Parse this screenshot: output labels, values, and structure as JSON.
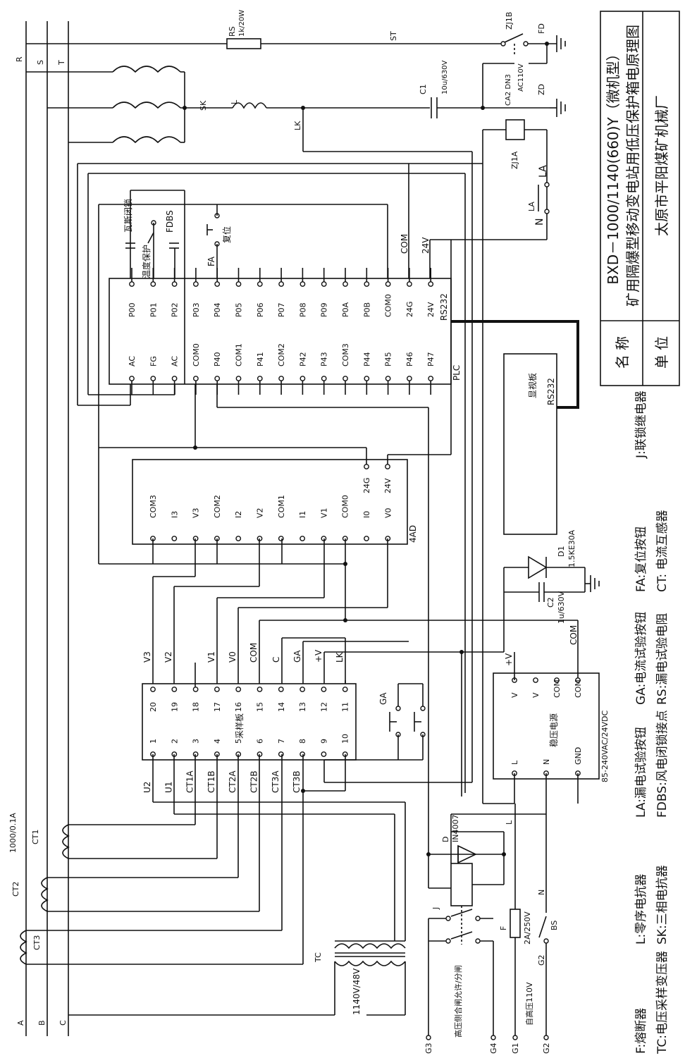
{
  "title_block": {
    "name_label": "名    称",
    "unit_label": "单    位",
    "model": "BXD－1000/1140(660)Y（微机型）",
    "description": "矿用隔爆型移动变电站用低压保护箱电原理图",
    "unit": "太原市平阳煤矿机械厂"
  },
  "phases": {
    "R": "R",
    "S": "S",
    "T": "T",
    "A": "A",
    "B": "B",
    "C": "C"
  },
  "top_circuit": {
    "rs": "RS",
    "rs_value": "1k/20W",
    "st": "ST",
    "zj1b": "ZJ1B",
    "fd": "FD",
    "zd": "ZD",
    "c1": "C1",
    "c1_value": "10u/630V",
    "ca2": "CA2 DN3",
    "ac110": "AC110V",
    "sk": "SK",
    "l": "L",
    "lk": "LK",
    "zj1a": "ZJ1A",
    "la": "LA",
    "n": "N"
  },
  "plc": {
    "label": "PLC",
    "top_pins": [
      "P00",
      "P01",
      "P02",
      "P03",
      "P04",
      "P05",
      "P06",
      "P07",
      "P08",
      "P09",
      "P0A",
      "P0B",
      "COM0",
      "24G",
      "24V"
    ],
    "bottom_pins": [
      "AC",
      "FG",
      "AC",
      "COM0",
      "P40",
      "COM1",
      "P41",
      "COM2",
      "P42",
      "P43",
      "COM3",
      "P44",
      "P45",
      "P46",
      "P47"
    ],
    "rs232": "RS232",
    "inputs": {
      "wasi": "瓦斯闭锁",
      "wendu": "温度保护",
      "fdbs": "FDBS",
      "fuwei": "复位",
      "fa": "FA",
      "com": "COM",
      "v24": "24V"
    }
  },
  "display": {
    "label": "显视板",
    "rs232": "RS232"
  },
  "ad4": {
    "label": "4AD",
    "top_pins": [
      "COM3",
      "I3",
      "V3",
      "COM2",
      "I2",
      "V2",
      "COM1",
      "I1",
      "V1",
      "COM0",
      "I0",
      "V0"
    ],
    "right_pins": [
      "24G",
      "24V"
    ]
  },
  "d1": {
    "label": "D1",
    "value": "1.5KE30A",
    "c2": "C2",
    "c2_value": "1u/630V"
  },
  "sampler": {
    "label": "采样板",
    "top_pins": [
      "20",
      "19",
      "18",
      "17",
      "16",
      "15",
      "14",
      "13",
      "12",
      "11"
    ],
    "bottom_pins": [
      "1",
      "2",
      "3",
      "4",
      "5",
      "6",
      "7",
      "8",
      "9",
      "10"
    ],
    "top_wires": [
      "V3",
      "V2",
      "V1",
      "V0",
      "COM",
      "C",
      "GA",
      "+V",
      "LK"
    ],
    "bottom_wires": [
      "U2",
      "U1",
      "CT1A",
      "CT1B",
      "CT2A",
      "CT2B",
      "CT3A",
      "CT3B"
    ]
  },
  "ga": "GA",
  "psu": {
    "label": "稳压电源",
    "rating": "85-240VAC/24VDC",
    "top_pins": [
      "V",
      "V",
      "COM",
      "COM"
    ],
    "bottom_pins": [
      "L",
      "N",
      "GND"
    ],
    "plus_v": "+V",
    "com": "COM"
  },
  "ct": {
    "ct1": "CT1",
    "ct1_value": "1000/0.1A",
    "ct2": "CT2",
    "ct3": "CT3"
  },
  "tc": {
    "label": "TC",
    "value": "1140V/48V"
  },
  "bottom_circuit": {
    "d": "D",
    "d_value": "IN4007",
    "j": "J",
    "f": "F",
    "f_value": "2A/250V",
    "bs": "BS",
    "l": "L",
    "n": "N",
    "hv_side": "高压侧合闸允许/分闸",
    "hv110": "自高压110V",
    "g1": "G1",
    "g2": "G2",
    "g3": "G3",
    "g4": "G4"
  },
  "legend": [
    [
      "F:熔断器",
      "L:零序电抗器",
      "LA:漏电试验按钮",
      "GA:电流试验按钮",
      "FA:复位按钮",
      "J:联锁继电器"
    ],
    [
      "TC:电压采样变压器",
      "SK:三相电抗器",
      "FDBS:风电闭锁接点",
      "RS:漏电试验电阻",
      "CT: 电流互感器",
      ""
    ]
  ]
}
